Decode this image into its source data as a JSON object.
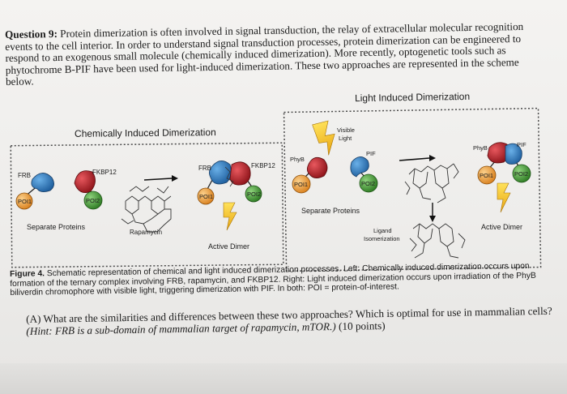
{
  "question": {
    "label": "Question 9:",
    "text": "Protein dimerization is often involved in signal transduction, the relay of extracellular molecular recognition events to the cell interior. In order to understand signal transduction processes, protein dimerization can be engineered to respond to an exogenous small molecule (chemically induced dimerization). More recently, optogenetic tools such as phytochrome B-PIF have been used for light-induced dimerization. These two approaches are represented in the scheme below."
  },
  "scheme": {
    "chemical_title": "Chemically Induced Dimerization",
    "light_title": "Light Induced Dimerization",
    "labels": {
      "frb": "FRB",
      "fkbp12": "FKBP12",
      "poi1": "POI1",
      "poi2": "POI2",
      "separate_proteins": "Separate Proteins",
      "rapamycin": "Rapamycin",
      "active_dimer": "Active Dimer",
      "phyb": "PhyB",
      "pif": "PIF",
      "visible": "Visible",
      "light": "Light",
      "ligand": "Ligand",
      "isomerization": "Isomerization"
    },
    "colors": {
      "frb": "#2f7fc1",
      "fkbp12": "#c8262e",
      "poi1": "#f0a243",
      "poi2": "#4aa33a",
      "bolt": "#f2c21b",
      "dashed_box": "#4a4a4a"
    }
  },
  "caption": {
    "label": "Figure 4.",
    "text": "Schematic representation of chemical and light induced dimerization processes. Left: Chemically induced dimerization occurs upon formation of the ternary complex involving FRB, rapamycin, and FKBP12. Right: Light induced dimerization occurs upon irradiation of the PhyB biliverdin chromophore with visible light, triggering dimerization with PIF. In both: POI = protein-of-interest."
  },
  "part_a": {
    "label": "(A)",
    "text": "What are the similarities and differences between these two approaches? Which is optimal for use in mammalian cells?",
    "hint": "(Hint: FRB is a sub-domain of mammalian target of rapamycin, mTOR.)",
    "points": "(10 points)"
  }
}
